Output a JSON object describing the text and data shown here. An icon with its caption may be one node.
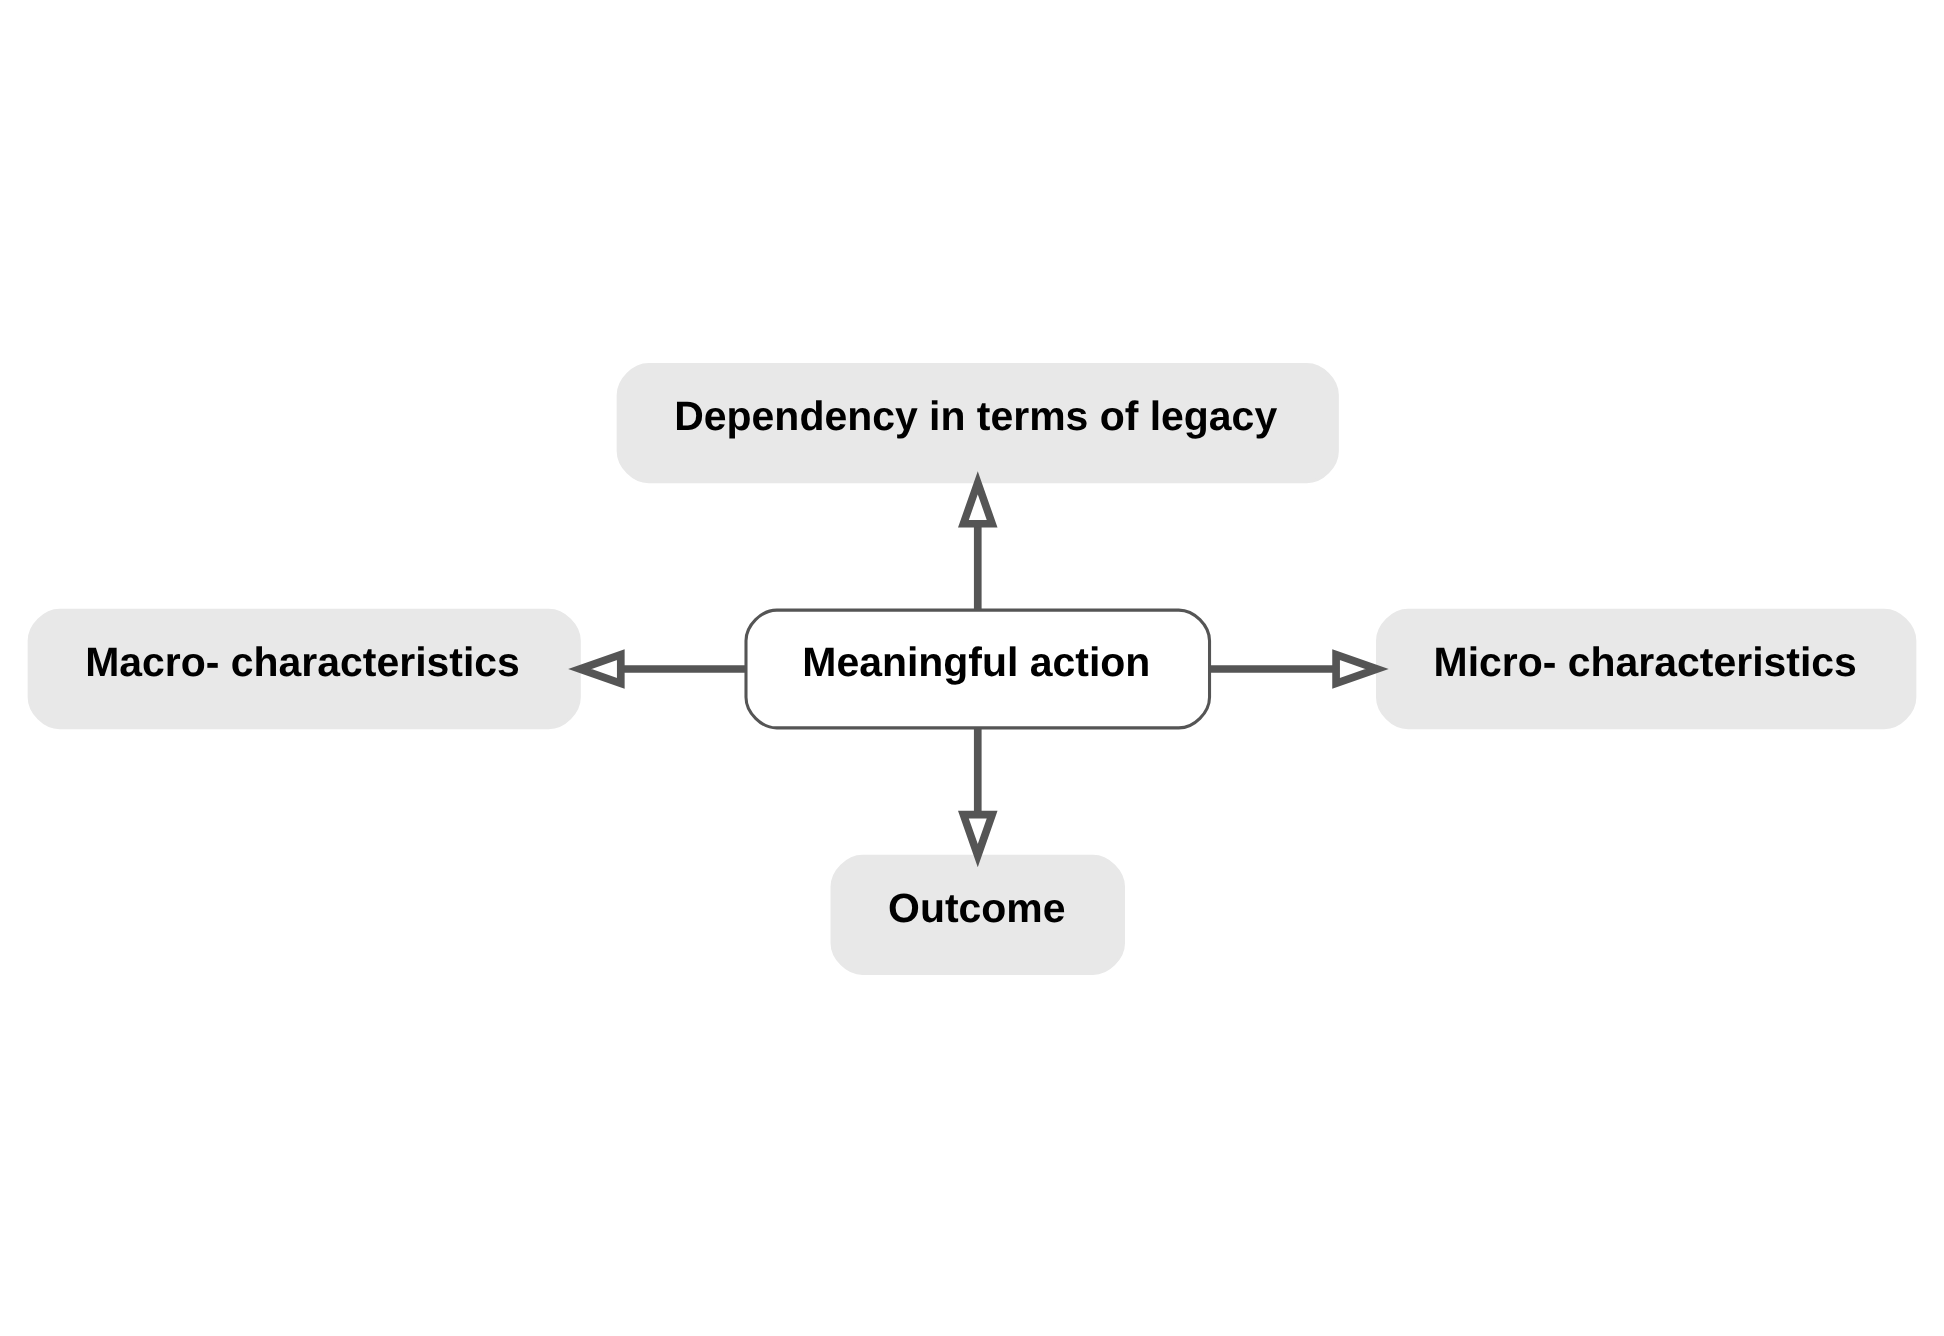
{
  "diagram": {
    "nodes": [
      {
        "text": [
          "Dependency in terms of legacy"
        ]
      },
      {
        "text": [
          "Macro- characteristics"
        ]
      },
      {
        "text": [
          "Meaningful action"
        ]
      },
      {
        "text": [
          "Micro- characteristics"
        ]
      },
      {
        "text": [
          "Outcome"
        ]
      }
    ],
    "edges": [
      {
        "from": 2,
        "to": 0,
        "arrow": "to"
      },
      {
        "from": 2,
        "to": 1,
        "arrow": "to"
      },
      {
        "from": 2,
        "to": 3,
        "arrow": "to"
      },
      {
        "from": 2,
        "to": 4,
        "arrow": "to"
      }
    ]
  }
}
